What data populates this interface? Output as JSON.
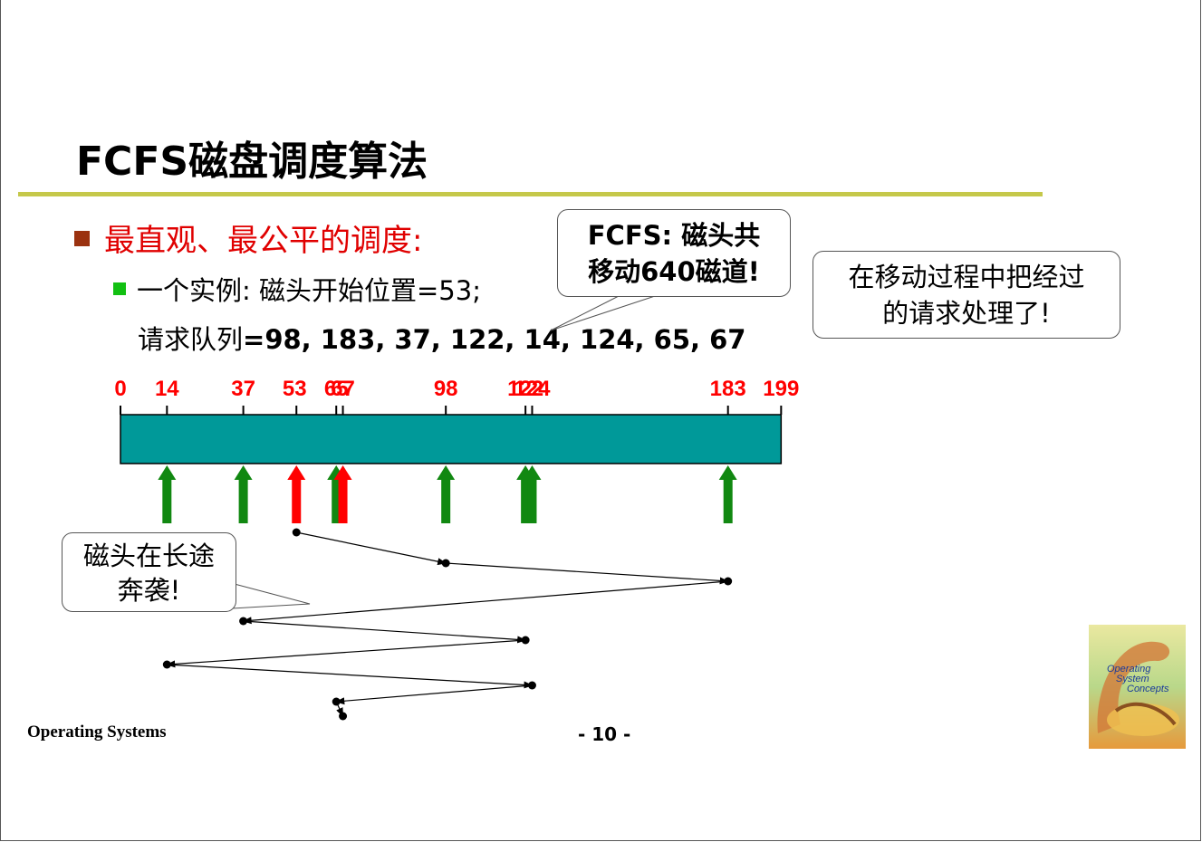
{
  "title": "FCFS磁盘调度算法",
  "bullets": {
    "main": "最直观、最公平的调度:",
    "example": "一个实例: 磁头开始位置=53;",
    "queue_prefix": "请求队列",
    "queue_values": "=98, 183, 37, 122, 14, 124, 65, 67"
  },
  "callouts": {
    "fcfs_line1": "FCFS: 磁头共",
    "fcfs_line2": "移动640磁道!",
    "process_line1": "在移动过程中把经过",
    "process_line2": "的请求处理了!",
    "seek_line1": "磁头在长途",
    "seek_line2": "奔袭!"
  },
  "track": {
    "min": 0,
    "max": 199,
    "labels": [
      "0",
      "14",
      "37",
      "53",
      "65",
      "67",
      "98",
      "122",
      "124",
      "183",
      "199"
    ],
    "label_color": "#ff0000",
    "bar_color": "#009999"
  },
  "arrows": {
    "positions": [
      14,
      37,
      53,
      65,
      67,
      98,
      122,
      124,
      183
    ],
    "red": [
      53,
      67
    ],
    "green_color": "#118811",
    "red_color": "#ff0000"
  },
  "head_path": {
    "start": 53,
    "sequence": [
      53,
      98,
      183,
      37,
      122,
      14,
      124,
      65,
      67
    ],
    "total_movement": 640
  },
  "cover": {
    "line1": "Operating",
    "line2": "System",
    "line3": "Concepts"
  },
  "footer": {
    "left": "Operating Systems",
    "page": "- 10 -"
  }
}
